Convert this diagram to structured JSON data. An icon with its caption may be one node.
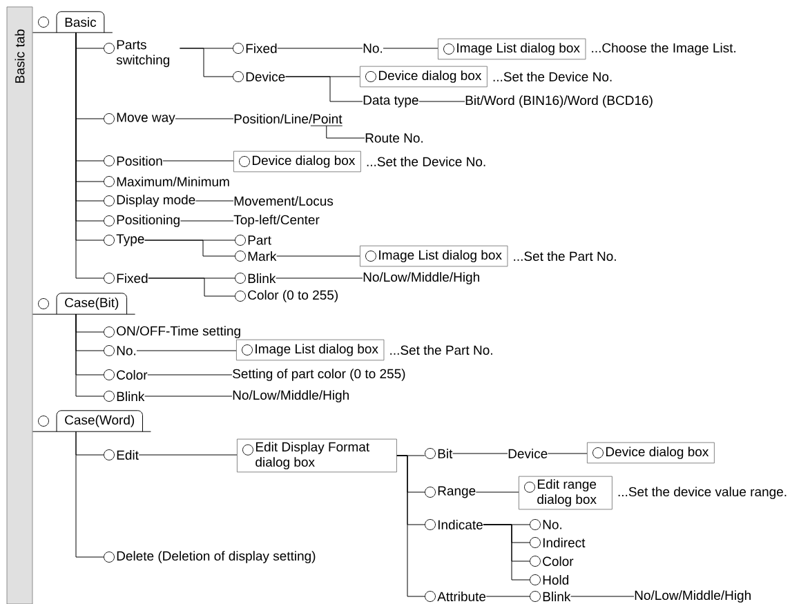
{
  "diagram": {
    "nodes": [
      {
        "text": [
          "Basic tab"
        ]
      },
      {
        "text": [
          "Basic"
        ]
      },
      {
        "text": [
          "Parts switching"
        ]
      },
      {
        "text": [
          "Fixed"
        ]
      },
      {
        "text": [
          "No."
        ]
      },
      {
        "text": [
          "Image List dialog box"
        ],
        "beside": [
          "...Choose the Image List."
        ]
      },
      {
        "text": [
          "Device"
        ]
      },
      {
        "text": [
          "Device dialog box"
        ],
        "beside": [
          "...Set the Device No."
        ]
      },
      {
        "text": [
          "Data type"
        ]
      },
      {
        "text": [
          "Bit/Word (BIN16)/Word (BCD16)"
        ]
      },
      {
        "text": [
          "Move way"
        ]
      },
      {
        "text": [
          "Position/Line/Point"
        ]
      },
      {
        "text": [
          "Route No."
        ]
      },
      {
        "text": [
          "Position"
        ]
      },
      {
        "text": [
          "Device dialog box"
        ],
        "beside": [
          "...Set the Device No."
        ]
      },
      {
        "text": [
          "Maximum/Minimum"
        ]
      },
      {
        "text": [
          "Display mode"
        ]
      },
      {
        "text": [
          "Movement/Locus"
        ]
      },
      {
        "text": [
          "Positioning"
        ]
      },
      {
        "text": [
          "Top-left/Center"
        ]
      },
      {
        "text": [
          "Type"
        ]
      },
      {
        "text": [
          "Part"
        ]
      },
      {
        "text": [
          "Mark"
        ]
      },
      {
        "text": [
          "Image List dialog box"
        ],
        "beside": [
          "...Set the Part No."
        ]
      },
      {
        "text": [
          "Fixed"
        ]
      },
      {
        "text": [
          "Blink"
        ]
      },
      {
        "text": [
          "No/Low/Middle/High"
        ]
      },
      {
        "text": [
          "Color (0 to 255)"
        ]
      },
      {
        "text": [
          "Case(Bit)"
        ]
      },
      {
        "text": [
          "ON/OFF-Time setting"
        ]
      },
      {
        "text": [
          "No."
        ]
      },
      {
        "text": [
          "Image List dialog box"
        ],
        "beside": [
          "...Set the Part No."
        ]
      },
      {
        "text": [
          "Color"
        ]
      },
      {
        "text": [
          "Setting of part color  (0 to 255)"
        ]
      },
      {
        "text": [
          "Blink"
        ]
      },
      {
        "text": [
          "No/Low/Middle/High"
        ]
      },
      {
        "text": [
          "Case(Word)"
        ]
      },
      {
        "text": [
          "Edit"
        ]
      },
      {
        "text": [
          "Edit Display Format dialog box"
        ]
      },
      {
        "text": [
          "Bit"
        ]
      },
      {
        "text": [
          "Device"
        ]
      },
      {
        "text": [
          "Device dialog box"
        ]
      },
      {
        "text": [
          "Range"
        ]
      },
      {
        "text": [
          "Edit range dialog box"
        ],
        "beside": [
          "...Set the device value range."
        ]
      },
      {
        "text": [
          "Indicate"
        ]
      },
      {
        "text": [
          "No."
        ]
      },
      {
        "text": [
          "Indirect"
        ]
      },
      {
        "text": [
          "Color"
        ]
      },
      {
        "text": [
          "Hold"
        ]
      },
      {
        "text": [
          "Delete (Deletion of display setting)"
        ]
      },
      {
        "text": [
          "Attribute"
        ]
      },
      {
        "text": [
          "Blink"
        ]
      },
      {
        "text": [
          "No/Low/Middle/High"
        ]
      }
    ],
    "edges": [
      {
        "from": 0,
        "to": 1,
        "arrow": "none"
      },
      {
        "from": 1,
        "to": 2,
        "arrow": "none"
      },
      {
        "from": 2,
        "to": 3,
        "arrow": "none"
      },
      {
        "from": 3,
        "to": 4,
        "arrow": "none"
      },
      {
        "from": 4,
        "to": 5,
        "arrow": "none"
      },
      {
        "from": 2,
        "to": 6,
        "arrow": "none"
      },
      {
        "from": 6,
        "to": 7,
        "arrow": "none"
      },
      {
        "from": 6,
        "to": 8,
        "arrow": "none"
      },
      {
        "from": 8,
        "to": 9,
        "arrow": "none"
      },
      {
        "from": 1,
        "to": 10,
        "arrow": "none"
      },
      {
        "from": 10,
        "to": 11,
        "arrow": "none"
      },
      {
        "from": 11,
        "to": 12,
        "arrow": "none"
      },
      {
        "from": 1,
        "to": 13,
        "arrow": "none"
      },
      {
        "from": 13,
        "to": 14,
        "arrow": "none"
      },
      {
        "from": 1,
        "to": 15,
        "arrow": "none"
      },
      {
        "from": 1,
        "to": 16,
        "arrow": "none"
      },
      {
        "from": 16,
        "to": 17,
        "arrow": "none"
      },
      {
        "from": 1,
        "to": 18,
        "arrow": "none"
      },
      {
        "from": 18,
        "to": 19,
        "arrow": "none"
      },
      {
        "from": 1,
        "to": 20,
        "arrow": "none"
      },
      {
        "from": 20,
        "to": 21,
        "arrow": "none"
      },
      {
        "from": 20,
        "to": 22,
        "arrow": "none"
      },
      {
        "from": 22,
        "to": 23,
        "arrow": "none"
      },
      {
        "from": 1,
        "to": 24,
        "arrow": "none"
      },
      {
        "from": 24,
        "to": 25,
        "arrow": "none"
      },
      {
        "from": 25,
        "to": 26,
        "arrow": "none"
      },
      {
        "from": 24,
        "to": 27,
        "arrow": "none"
      },
      {
        "from": 0,
        "to": 28,
        "arrow": "none"
      },
      {
        "from": 28,
        "to": 29,
        "arrow": "none"
      },
      {
        "from": 28,
        "to": 30,
        "arrow": "none"
      },
      {
        "from": 30,
        "to": 31,
        "arrow": "none"
      },
      {
        "from": 28,
        "to": 32,
        "arrow": "none"
      },
      {
        "from": 32,
        "to": 33,
        "arrow": "none"
      },
      {
        "from": 28,
        "to": 34,
        "arrow": "none"
      },
      {
        "from": 34,
        "to": 35,
        "arrow": "none"
      },
      {
        "from": 0,
        "to": 36,
        "arrow": "none"
      },
      {
        "from": 36,
        "to": 37,
        "arrow": "none"
      },
      {
        "from": 37,
        "to": 38,
        "arrow": "none"
      },
      {
        "from": 38,
        "to": 39,
        "arrow": "none"
      },
      {
        "from": 39,
        "to": 40,
        "arrow": "none"
      },
      {
        "from": 40,
        "to": 41,
        "arrow": "none"
      },
      {
        "from": 38,
        "to": 42,
        "arrow": "none"
      },
      {
        "from": 42,
        "to": 43,
        "arrow": "none"
      },
      {
        "from": 38,
        "to": 44,
        "arrow": "none"
      },
      {
        "from": 44,
        "to": 45,
        "arrow": "none"
      },
      {
        "from": 44,
        "to": 46,
        "arrow": "none"
      },
      {
        "from": 44,
        "to": 47,
        "arrow": "none"
      },
      {
        "from": 44,
        "to": 48,
        "arrow": "none"
      },
      {
        "from": 36,
        "to": 49,
        "arrow": "none"
      },
      {
        "from": 38,
        "to": 50,
        "arrow": "none"
      },
      {
        "from": 50,
        "to": 51,
        "arrow": "none"
      },
      {
        "from": 51,
        "to": 52,
        "arrow": "none"
      }
    ]
  }
}
